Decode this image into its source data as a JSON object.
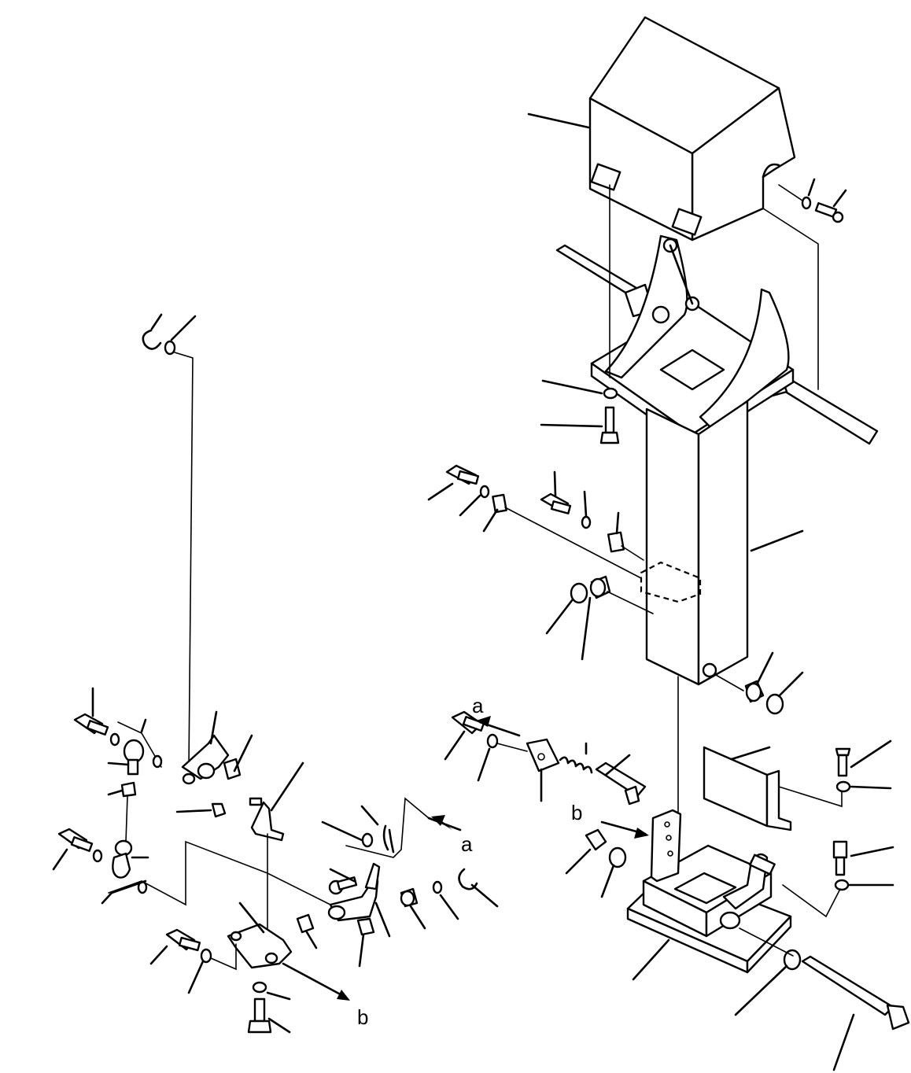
{
  "diagram": {
    "labels": {
      "a_upper": "a",
      "a_lower": "a",
      "b_upper": "b",
      "b_lower": "b"
    }
  }
}
